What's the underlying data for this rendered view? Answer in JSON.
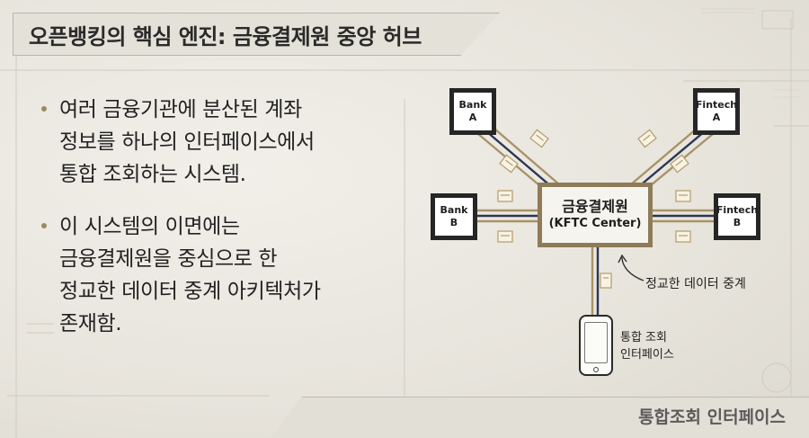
{
  "slide": {
    "title": "오픈뱅킹의 핵심 엔진: 금융결제원 중앙 허브",
    "bullets": [
      {
        "lines": [
          "여러 금융기관에 분산된 계좌",
          "정보를 하나의 인터페이스에서",
          "통합 조회하는 시스템."
        ]
      },
      {
        "lines": [
          "이 시스템의 이면에는",
          "금융결제원을 중심으로 한",
          "정교한 데이터 중계 아키텍처가",
          "존재함."
        ]
      }
    ],
    "footer": "통합조회 인터페이스"
  },
  "diagram": {
    "nodes": {
      "bank_a": {
        "line1": "Bank",
        "line2": "A"
      },
      "bank_b": {
        "line1": "Bank",
        "line2": "B"
      },
      "fintech_a": {
        "line1": "Fintech",
        "line2": "A"
      },
      "fintech_b": {
        "line1": "Fintech",
        "line2": "B"
      }
    },
    "center": {
      "line1": "금융결제원",
      "line2": "(KFTC Center)"
    },
    "relay_label": "정교한 데이터 중계",
    "phone_label": {
      "line1": "통합 조회",
      "line2": "인터페이스"
    },
    "colors": {
      "navy": "#2c3552",
      "gold": "#a89368",
      "box": "#262626"
    }
  }
}
